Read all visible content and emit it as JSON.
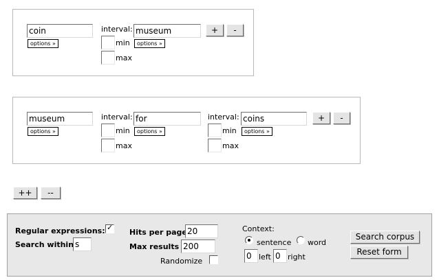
{
  "query_box_1": {
    "token_1": {
      "value": "coin",
      "options": "options »"
    },
    "interval_label": "interval:",
    "min_label": "min",
    "max_label": "max",
    "token_2": {
      "value": "museum",
      "options": "options »"
    },
    "add_label": "+",
    "remove_label": "-"
  },
  "query_box_2": {
    "token_1": {
      "value": "museum",
      "options": "options »"
    },
    "interval_1_label": "interval:",
    "min_1_label": "min",
    "max_1_label": "max",
    "token_2": {
      "value": "for",
      "options": "options »"
    },
    "interval_2_label": "interval:",
    "min_2_label": "min",
    "max_2_label": "max",
    "token_3": {
      "value": "coins",
      "options": "options »"
    },
    "add_label": "+",
    "remove_label": "-"
  },
  "query_controls": {
    "add_query_label": "++",
    "remove_query_label": "--"
  },
  "settings": {
    "regex_label": "Regular expressions:",
    "regex_checked_mark": "✓",
    "search_within_label": "Search within:",
    "search_within_value": "s",
    "hits_per_page_label": "Hits per page:",
    "hits_per_page_value": "20",
    "max_results_label": "Max results :",
    "max_results_value": "200",
    "randomize_label": "Randomize",
    "context_label": "Context:",
    "sentence_label": "sentence",
    "word_label": "word",
    "left_value": "0",
    "left_label": "left",
    "right_value": "0",
    "right_label": "right",
    "search_button": "Search corpus",
    "reset_button": "Reset form"
  }
}
